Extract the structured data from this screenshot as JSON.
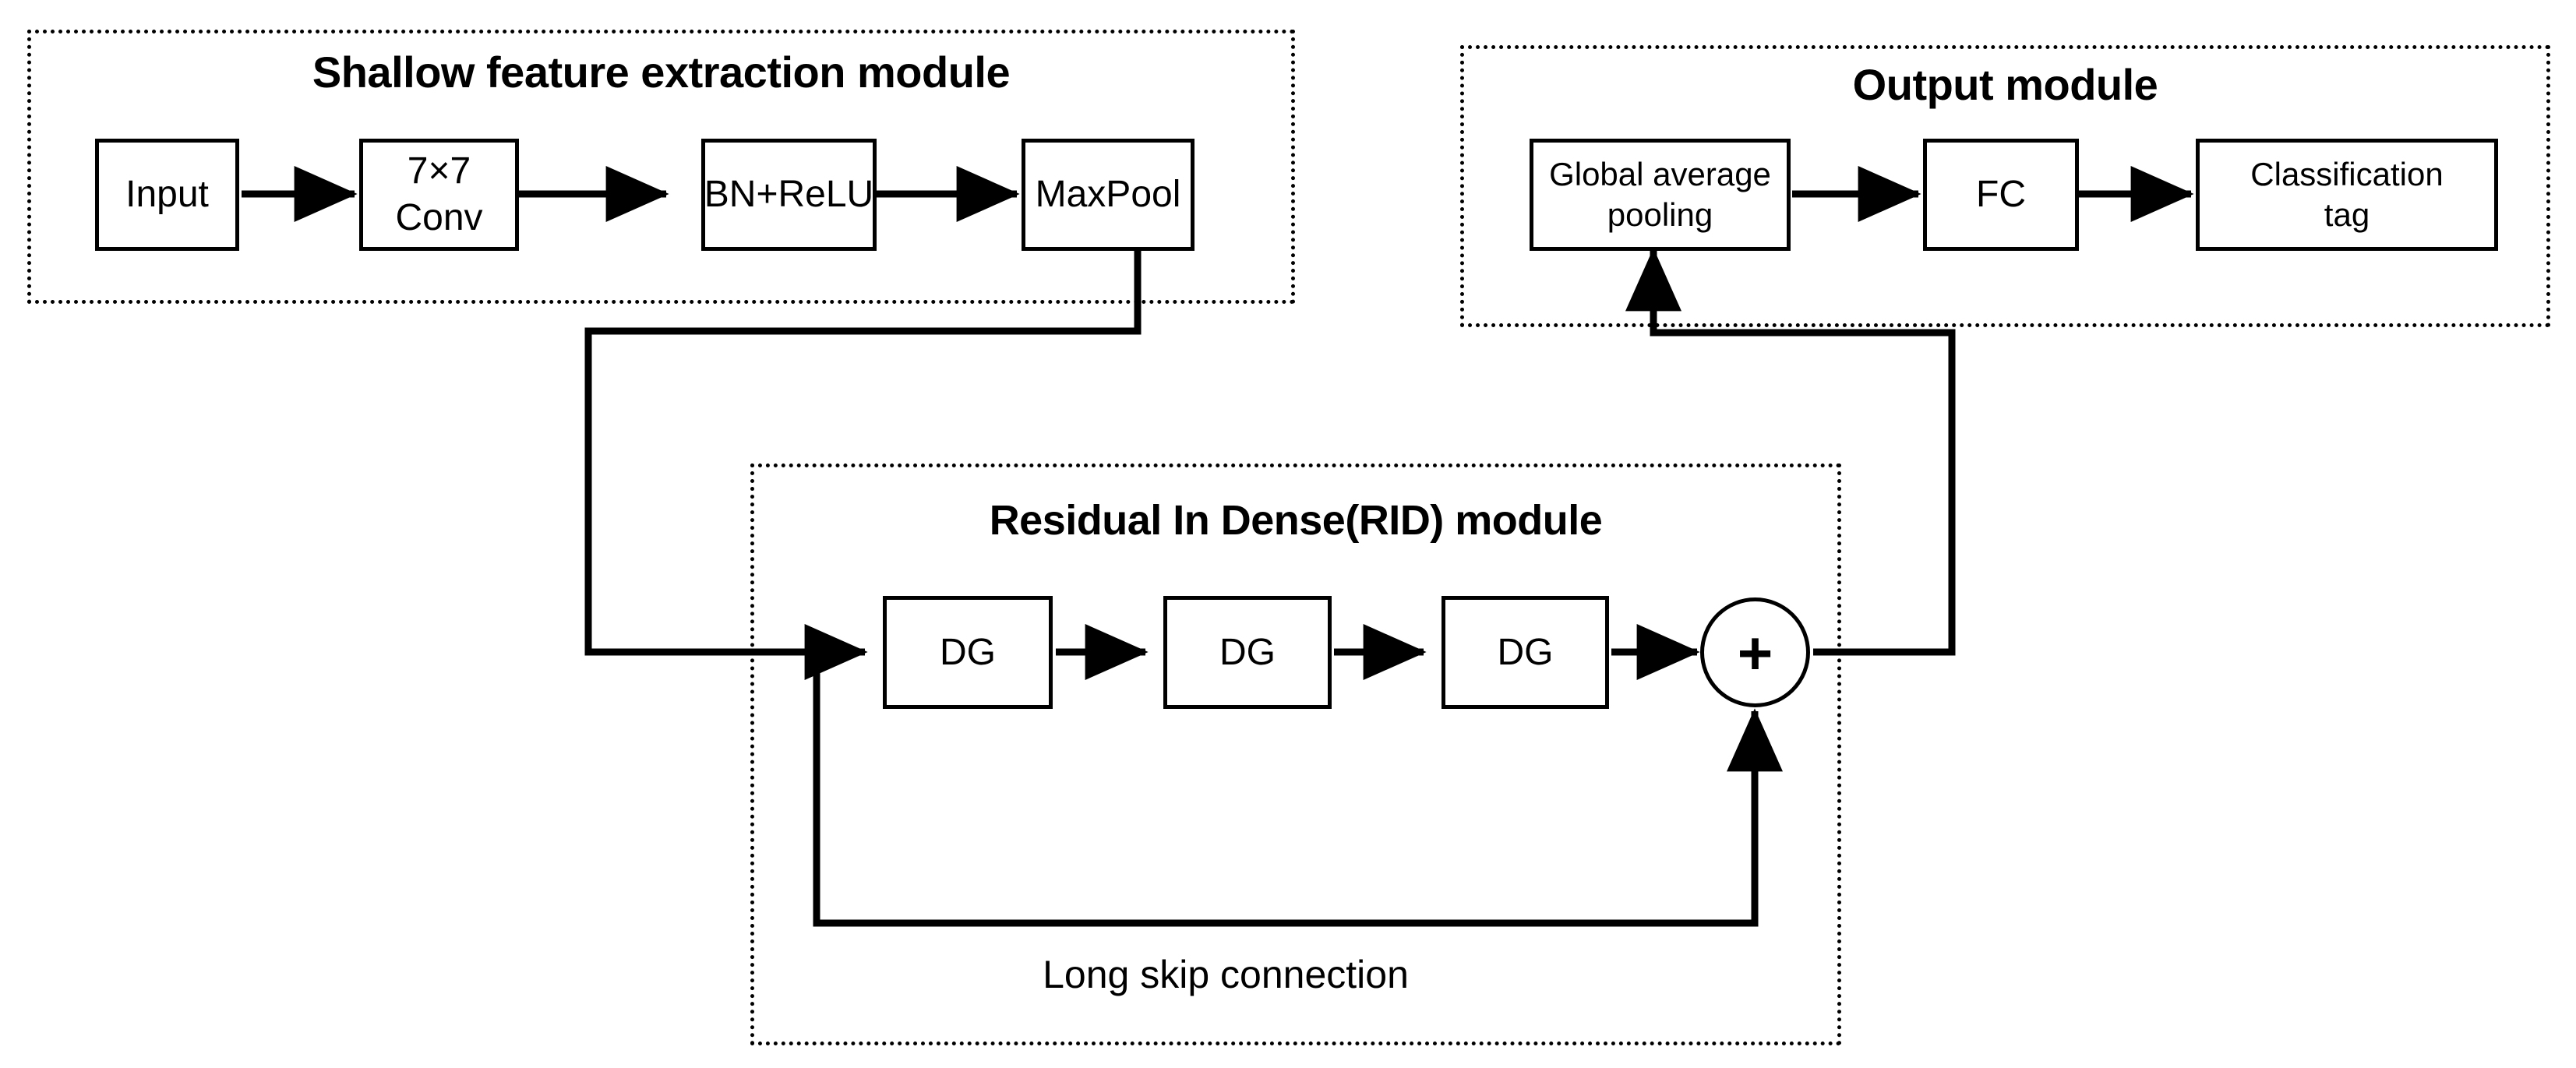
{
  "diagram": {
    "type": "network-architecture-block-diagram",
    "background": "#ffffff",
    "line_color": "#000000"
  },
  "modules": {
    "shallow": {
      "title": "Shallow feature extraction module",
      "nodes": [
        {
          "id": "input",
          "label": "Input"
        },
        {
          "id": "conv7x7",
          "label": "7×7 Conv"
        },
        {
          "id": "bnrelu",
          "label": "BN+ReLU"
        },
        {
          "id": "maxpool",
          "label": "MaxPool"
        }
      ]
    },
    "output": {
      "title": "Output module",
      "nodes": [
        {
          "id": "gap",
          "label": "Global average\npooling"
        },
        {
          "id": "fc",
          "label": "FC"
        },
        {
          "id": "tag",
          "label": "Classification\ntag"
        }
      ]
    },
    "rid": {
      "title": "Residual In Dense(RID) module",
      "nodes": [
        {
          "id": "dg1",
          "label": "DG"
        },
        {
          "id": "dg2",
          "label": "DG"
        },
        {
          "id": "dg3",
          "label": "DG"
        }
      ],
      "adder": {
        "id": "sum",
        "label": "+"
      },
      "skip_label": "Long skip connection"
    }
  }
}
